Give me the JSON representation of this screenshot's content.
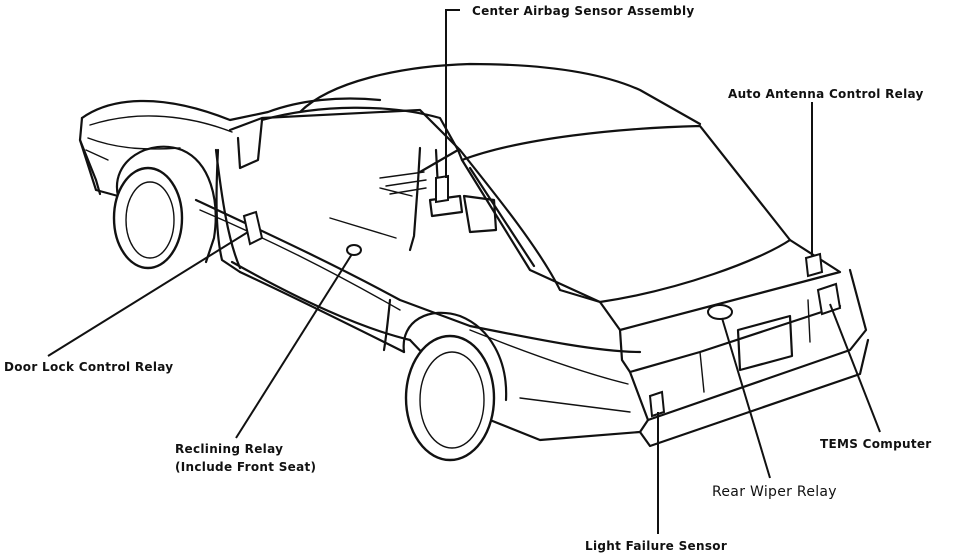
{
  "labels": {
    "center_airbag": "Center Airbag Sensor Assembly",
    "auto_antenna": "Auto Antenna Control Relay",
    "door_lock": "Door Lock Control Relay",
    "reclining_line1": "Reclining Relay",
    "reclining_line2": "(Include Front Seat)",
    "tems": "TEMS Computer",
    "rear_wiper": "Rear Wiper Relay",
    "light_failure": "Light Failure Sensor"
  }
}
